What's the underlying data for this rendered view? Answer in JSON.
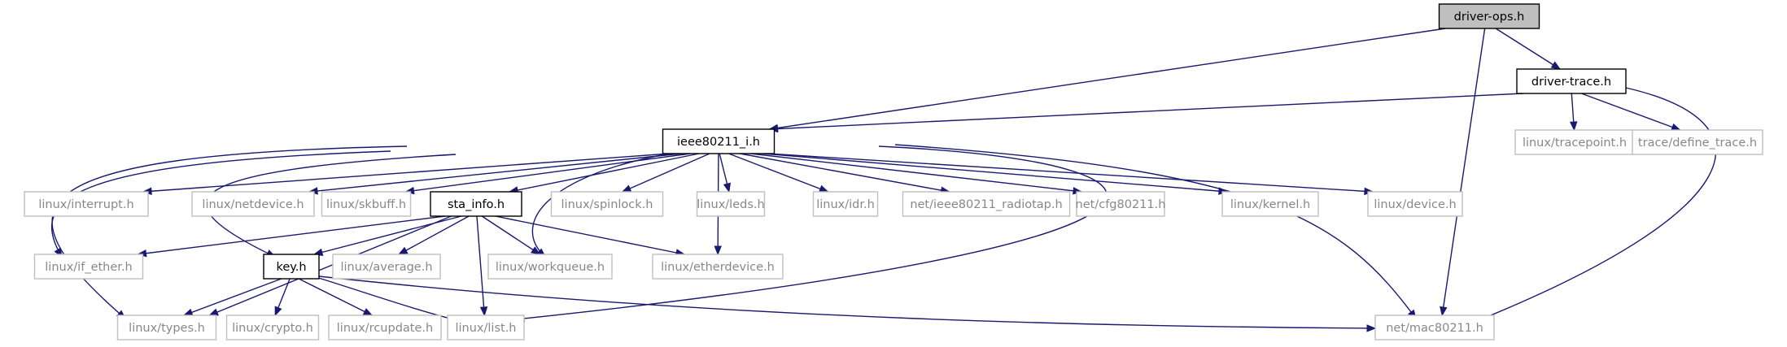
{
  "diagram": {
    "type": "include-dependency-graph",
    "colors": {
      "edge": "#191970",
      "root_fill": "#bfbfbf",
      "documented_border": "#000000",
      "undocumented_border": "#bfbfbf",
      "undocumented_text": "#888888"
    },
    "nodes": [
      {
        "id": "driver_ops",
        "label": "driver-ops.h",
        "kind": "root"
      },
      {
        "id": "driver_trace",
        "label": "driver-trace.h",
        "kind": "doc"
      },
      {
        "id": "ieee80211_i",
        "label": "ieee80211_i.h",
        "kind": "doc"
      },
      {
        "id": "tracepoint",
        "label": "linux/tracepoint.h",
        "kind": "ext"
      },
      {
        "id": "define_trace",
        "label": "trace/define_trace.h",
        "kind": "ext"
      },
      {
        "id": "interrupt",
        "label": "linux/interrupt.h",
        "kind": "ext"
      },
      {
        "id": "netdevice",
        "label": "linux/netdevice.h",
        "kind": "ext"
      },
      {
        "id": "skbuff",
        "label": "linux/skbuff.h",
        "kind": "ext"
      },
      {
        "id": "sta_info",
        "label": "sta_info.h",
        "kind": "doc"
      },
      {
        "id": "spinlock",
        "label": "linux/spinlock.h",
        "kind": "ext"
      },
      {
        "id": "leds",
        "label": "linux/leds.h",
        "kind": "ext"
      },
      {
        "id": "idr",
        "label": "linux/idr.h",
        "kind": "ext"
      },
      {
        "id": "radiotap",
        "label": "net/ieee80211_radiotap.h",
        "kind": "ext"
      },
      {
        "id": "cfg80211",
        "label": "net/cfg80211.h",
        "kind": "ext"
      },
      {
        "id": "kernel",
        "label": "linux/kernel.h",
        "kind": "ext"
      },
      {
        "id": "device",
        "label": "linux/device.h",
        "kind": "ext"
      },
      {
        "id": "if_ether",
        "label": "linux/if_ether.h",
        "kind": "ext"
      },
      {
        "id": "key",
        "label": "key.h",
        "kind": "doc"
      },
      {
        "id": "average",
        "label": "linux/average.h",
        "kind": "ext"
      },
      {
        "id": "workqueue",
        "label": "linux/workqueue.h",
        "kind": "ext"
      },
      {
        "id": "etherdevice",
        "label": "linux/etherdevice.h",
        "kind": "ext"
      },
      {
        "id": "types",
        "label": "linux/types.h",
        "kind": "ext"
      },
      {
        "id": "crypto",
        "label": "linux/crypto.h",
        "kind": "ext"
      },
      {
        "id": "rcupdate",
        "label": "linux/rcupdate.h",
        "kind": "ext"
      },
      {
        "id": "list",
        "label": "linux/list.h",
        "kind": "ext"
      },
      {
        "id": "mac80211",
        "label": "net/mac80211.h",
        "kind": "ext"
      }
    ],
    "edges": [
      {
        "from": "driver_ops",
        "to": "driver_trace"
      },
      {
        "from": "driver_ops",
        "to": "ieee80211_i"
      },
      {
        "from": "driver_ops",
        "to": "mac80211"
      },
      {
        "from": "driver_trace",
        "to": "ieee80211_i"
      },
      {
        "from": "driver_trace",
        "to": "tracepoint"
      },
      {
        "from": "driver_trace",
        "to": "define_trace"
      },
      {
        "from": "driver_trace",
        "to": "mac80211"
      },
      {
        "from": "ieee80211_i",
        "to": "interrupt"
      },
      {
        "from": "ieee80211_i",
        "to": "netdevice"
      },
      {
        "from": "ieee80211_i",
        "to": "skbuff"
      },
      {
        "from": "ieee80211_i",
        "to": "sta_info"
      },
      {
        "from": "ieee80211_i",
        "to": "spinlock"
      },
      {
        "from": "ieee80211_i",
        "to": "leds"
      },
      {
        "from": "ieee80211_i",
        "to": "idr"
      },
      {
        "from": "ieee80211_i",
        "to": "radiotap"
      },
      {
        "from": "ieee80211_i",
        "to": "cfg80211"
      },
      {
        "from": "ieee80211_i",
        "to": "kernel"
      },
      {
        "from": "ieee80211_i",
        "to": "device"
      },
      {
        "from": "ieee80211_i",
        "to": "if_ether"
      },
      {
        "from": "ieee80211_i",
        "to": "types"
      },
      {
        "from": "ieee80211_i",
        "to": "key"
      },
      {
        "from": "ieee80211_i",
        "to": "workqueue"
      },
      {
        "from": "ieee80211_i",
        "to": "etherdevice"
      },
      {
        "from": "ieee80211_i",
        "to": "list"
      },
      {
        "from": "ieee80211_i",
        "to": "mac80211"
      },
      {
        "from": "sta_info",
        "to": "if_ether"
      },
      {
        "from": "sta_info",
        "to": "key"
      },
      {
        "from": "sta_info",
        "to": "average"
      },
      {
        "from": "sta_info",
        "to": "workqueue"
      },
      {
        "from": "sta_info",
        "to": "etherdevice"
      },
      {
        "from": "sta_info",
        "to": "types"
      },
      {
        "from": "sta_info",
        "to": "list"
      },
      {
        "from": "key",
        "to": "types"
      },
      {
        "from": "key",
        "to": "crypto"
      },
      {
        "from": "key",
        "to": "rcupdate"
      },
      {
        "from": "key",
        "to": "list"
      },
      {
        "from": "key",
        "to": "mac80211"
      }
    ]
  }
}
